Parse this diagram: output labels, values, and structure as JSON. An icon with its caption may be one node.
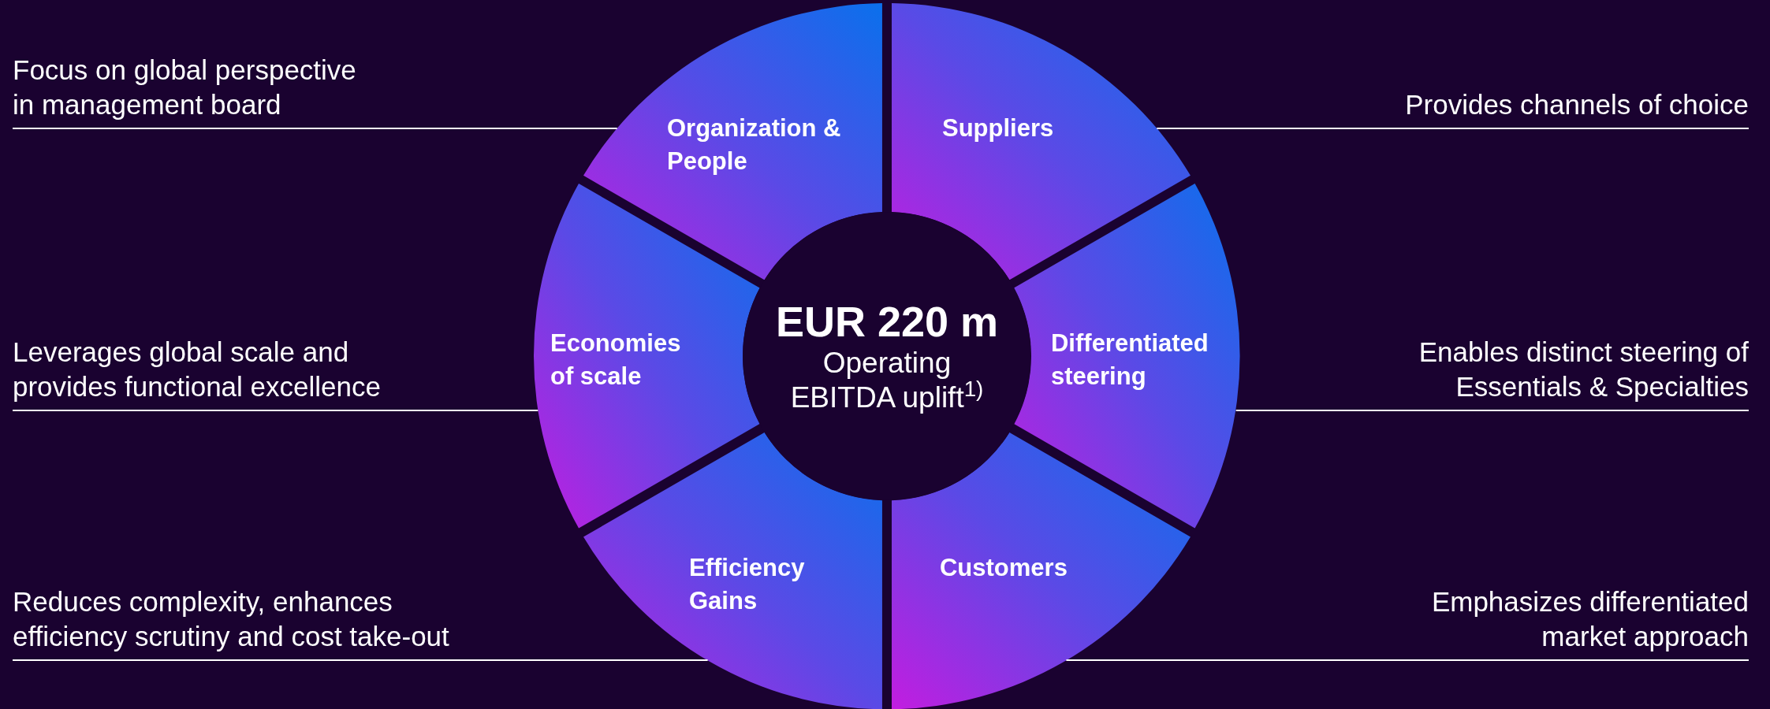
{
  "diagram": {
    "nodes": [
      {
        "text": [
          "EUR 220 m",
          "Operating EBITDA uplift$^{1)}$"
        ]
      },
      {
        "text": [
          "Organization & People"
        ]
      },
      {
        "text": [
          "Suppliers"
        ]
      },
      {
        "text": [
          "Economies of scale"
        ]
      },
      {
        "text": [
          "Differentiated steering"
        ]
      },
      {
        "text": [
          "Efficiency Gains"
        ]
      },
      {
        "text": [
          "Customers"
        ]
      },
      {
        "text": [
          "Focus on global perspective in management board"
        ]
      },
      {
        "text": [
          "Provides channels of choice"
        ]
      },
      {
        "text": [
          "Leverages global scale and provides functional excellence"
        ]
      },
      {
        "text": [
          "Enables distinct steering of Essentials & Specialties"
        ]
      },
      {
        "text": [
          "Reduces complexity, enhances efficiency scrutiny and cost take-out"
        ]
      },
      {
        "text": [
          "Emphasizes differentiated market approach"
        ]
      }
    ],
    "edges": [
      {
        "from": 7,
        "to": 1,
        "arrow": "none"
      },
      {
        "from": 8,
        "to": 2,
        "arrow": "none"
      },
      {
        "from": 9,
        "to": 3,
        "arrow": "none"
      },
      {
        "from": 10,
        "to": 4,
        "arrow": "none"
      },
      {
        "from": 11,
        "to": 5,
        "arrow": "none"
      },
      {
        "from": 12,
        "to": 6,
        "arrow": "none"
      }
    ]
  }
}
